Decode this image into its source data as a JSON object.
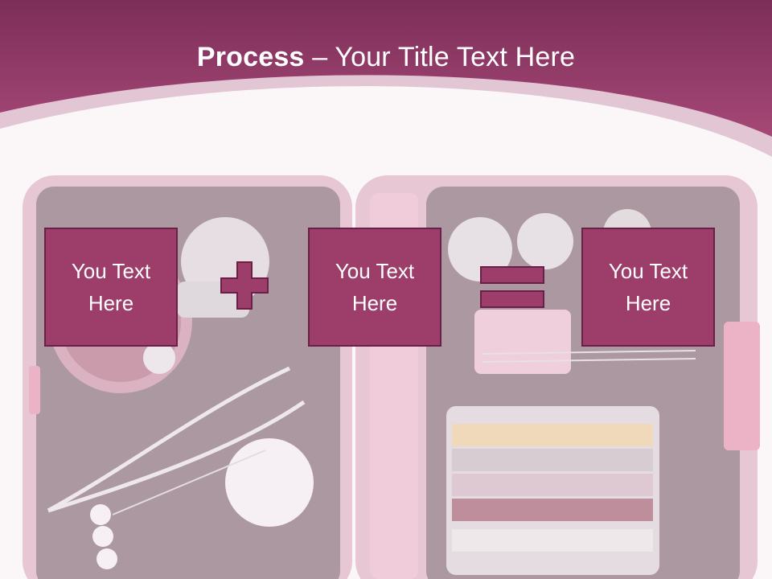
{
  "slide": {
    "title_bold": "Process",
    "title_rest": " – Your Title Text Here"
  },
  "process": {
    "box1_text": "You Text\nHere",
    "box2_text": "You Text\nHere",
    "box3_text": "You Text\nHere"
  },
  "colors": {
    "header": "#a64877",
    "box_fill": "#9c3d6a",
    "box_border": "#6a1f46",
    "background": "#fbf7f9"
  },
  "icons": {
    "operator1": "plus-icon",
    "operator2": "equals-icon"
  }
}
